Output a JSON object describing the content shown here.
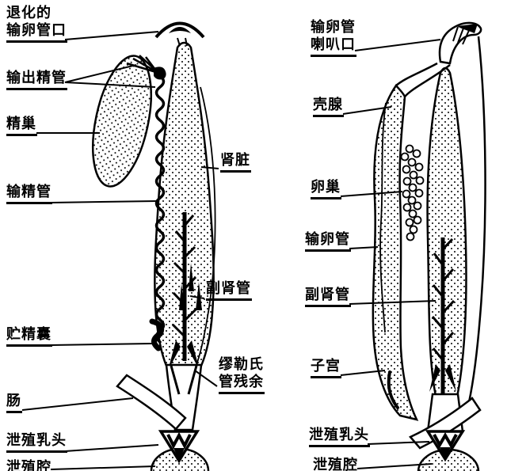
{
  "background_color": "#ffffff",
  "ink_color": "#000000",
  "left_figure": {
    "labels": {
      "degenerate_oviduct_opening": "退化的\n输卵管口",
      "efferent_ducts": "输出精管",
      "testis": "精巢",
      "vas_deferens": "输精管",
      "kidney": "肾脏",
      "accessory_renal_duct": "副肾管",
      "seminal_vesicle": "贮精囊",
      "muellerian_duct_remnant": "缪勒氏\n管残余",
      "intestine": "肠",
      "urogenital_papilla": "泄殖乳头",
      "cloaca": "泄殖腔"
    }
  },
  "right_figure": {
    "labels": {
      "oviduct_funnel": "输卵管\n喇叭口",
      "shell_gland": "壳腺",
      "ovary": "卵巢",
      "oviduct": "输卵管",
      "accessory_renal_duct": "副肾管",
      "uterus": "子宫",
      "urogenital_papilla": "泄殖乳头",
      "cloaca": "泄殖腔"
    }
  }
}
